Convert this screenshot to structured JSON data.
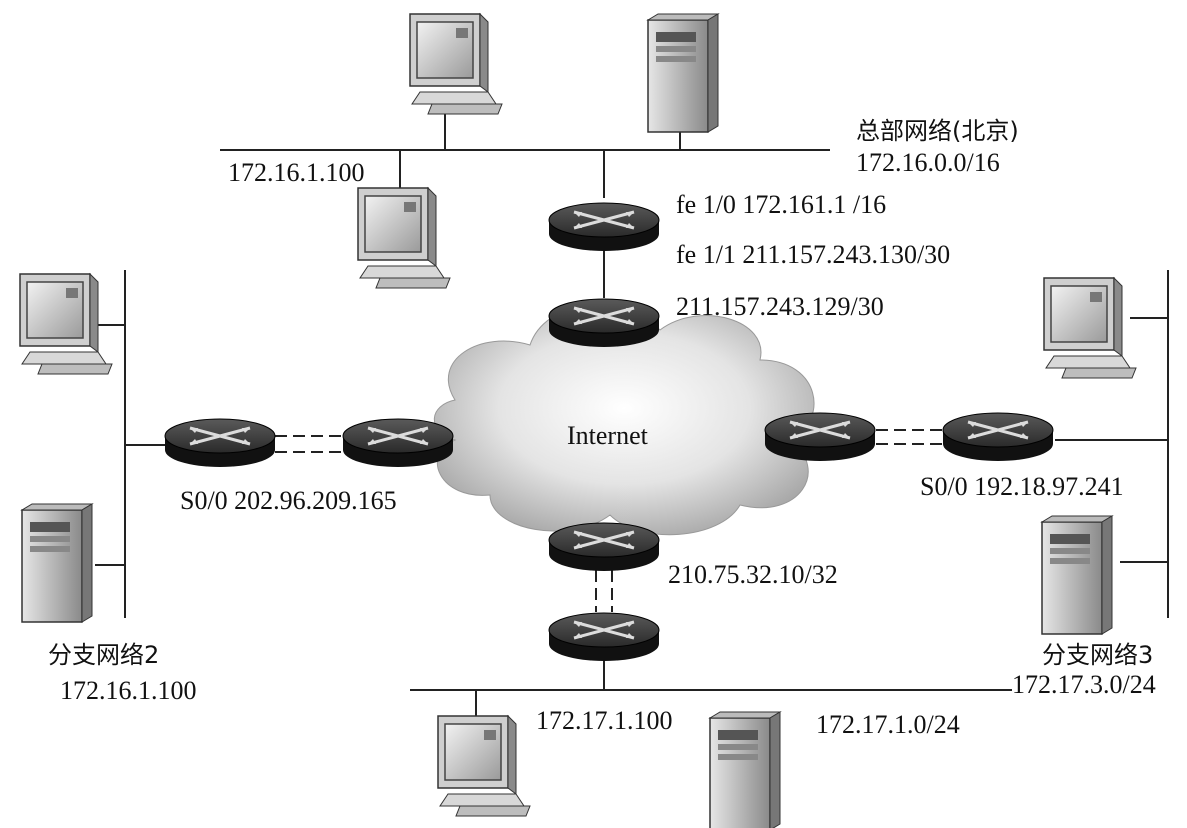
{
  "cloud": {
    "label": "Internet"
  },
  "headquarters": {
    "name": "总部网络(北京)",
    "network": "172.16.0.0/16",
    "host_ip": "172.16.1.100",
    "router_fe10": "fe  1/0 172.161.1 /16",
    "router_fe11": "fe  1/1 211.157.243.130/30",
    "isp_ip": "211.157.243.129/30"
  },
  "branch2": {
    "name": "分支网络2",
    "network": "172.16.1.100",
    "serial": "S0/0 202.96.209.165"
  },
  "branch3": {
    "name": "分支网络3",
    "network": "172.17.3.0/24",
    "serial": "S0/0 192.18.97.241"
  },
  "branch1": {
    "isp_ip": "210.75.32.10/32",
    "host_ip": "172.17.1.100",
    "network": "172.17.1.0/24"
  },
  "icons": [
    "workstation-icon",
    "server-icon",
    "router-icon",
    "cloud-icon"
  ],
  "colors": {
    "line": "#222222",
    "router": "#1e1e1e",
    "cloud": "#c8c8c8"
  }
}
